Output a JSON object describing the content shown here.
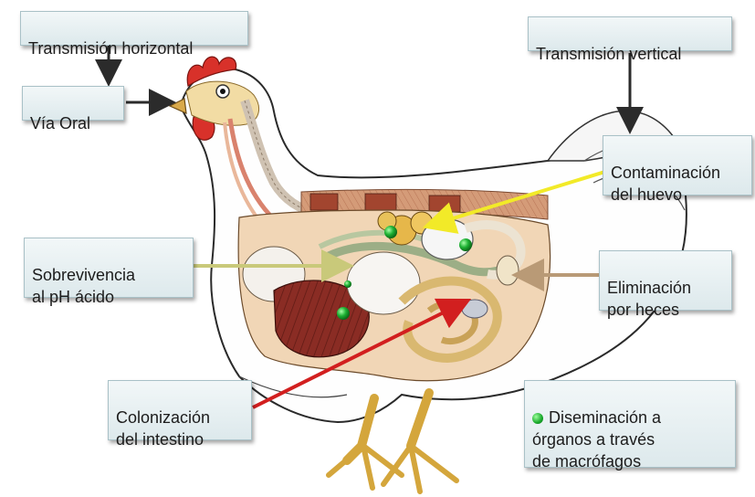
{
  "labels": {
    "horizontal": "Transmisión horizontal",
    "vertical": "Transmisión vertical",
    "oral": "Vía Oral",
    "egg": "Contaminación\ndel huevo",
    "ph": "Sobrevivencia\nal pH ácido",
    "feces": "Eliminación\npor heces",
    "intestine": "Colonización\ndel intestino",
    "dissemination": "Diseminación a\nórganos a  través\nde macrófagos"
  },
  "colors": {
    "egg_arrow": "#f2ea28",
    "ph_arrow": "#c9c97a",
    "feces_arrow": "#b99a76",
    "intestine_arrow": "#d21f1f",
    "dark_arrow": "#2b2b2b",
    "marker": "#22b33a"
  },
  "icons": [
    "hen-anatomy-illustration",
    "green-dot-icon"
  ]
}
